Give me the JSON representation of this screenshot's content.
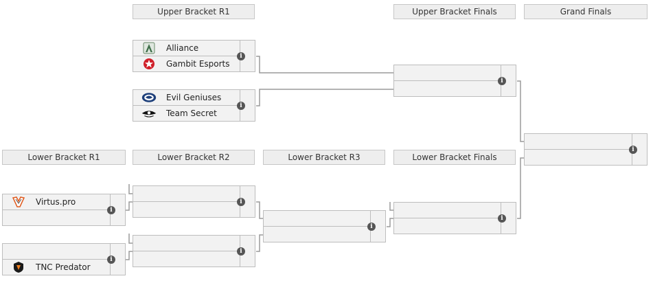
{
  "headers": {
    "upper_r1": "Upper Bracket R1",
    "upper_finals": "Upper Bracket Finals",
    "grand_finals": "Grand Finals",
    "lower_r1": "Lower Bracket R1",
    "lower_r2": "Lower Bracket R2",
    "lower_r3": "Lower Bracket R3",
    "lower_finals": "Lower Bracket Finals"
  },
  "teams": {
    "alliance": "Alliance",
    "gambit": "Gambit Esports",
    "eg": "Evil Geniuses",
    "secret": "Team Secret",
    "vp": "Virtus.pro",
    "tnc": "TNC Predator"
  },
  "info_icon": "info-circle-icon",
  "colors": {
    "header_bg": "#eeeeee",
    "match_bg": "#f2f2f2",
    "border": "#bdbdbd",
    "connector": "#999999",
    "info_icon": "#555555"
  }
}
